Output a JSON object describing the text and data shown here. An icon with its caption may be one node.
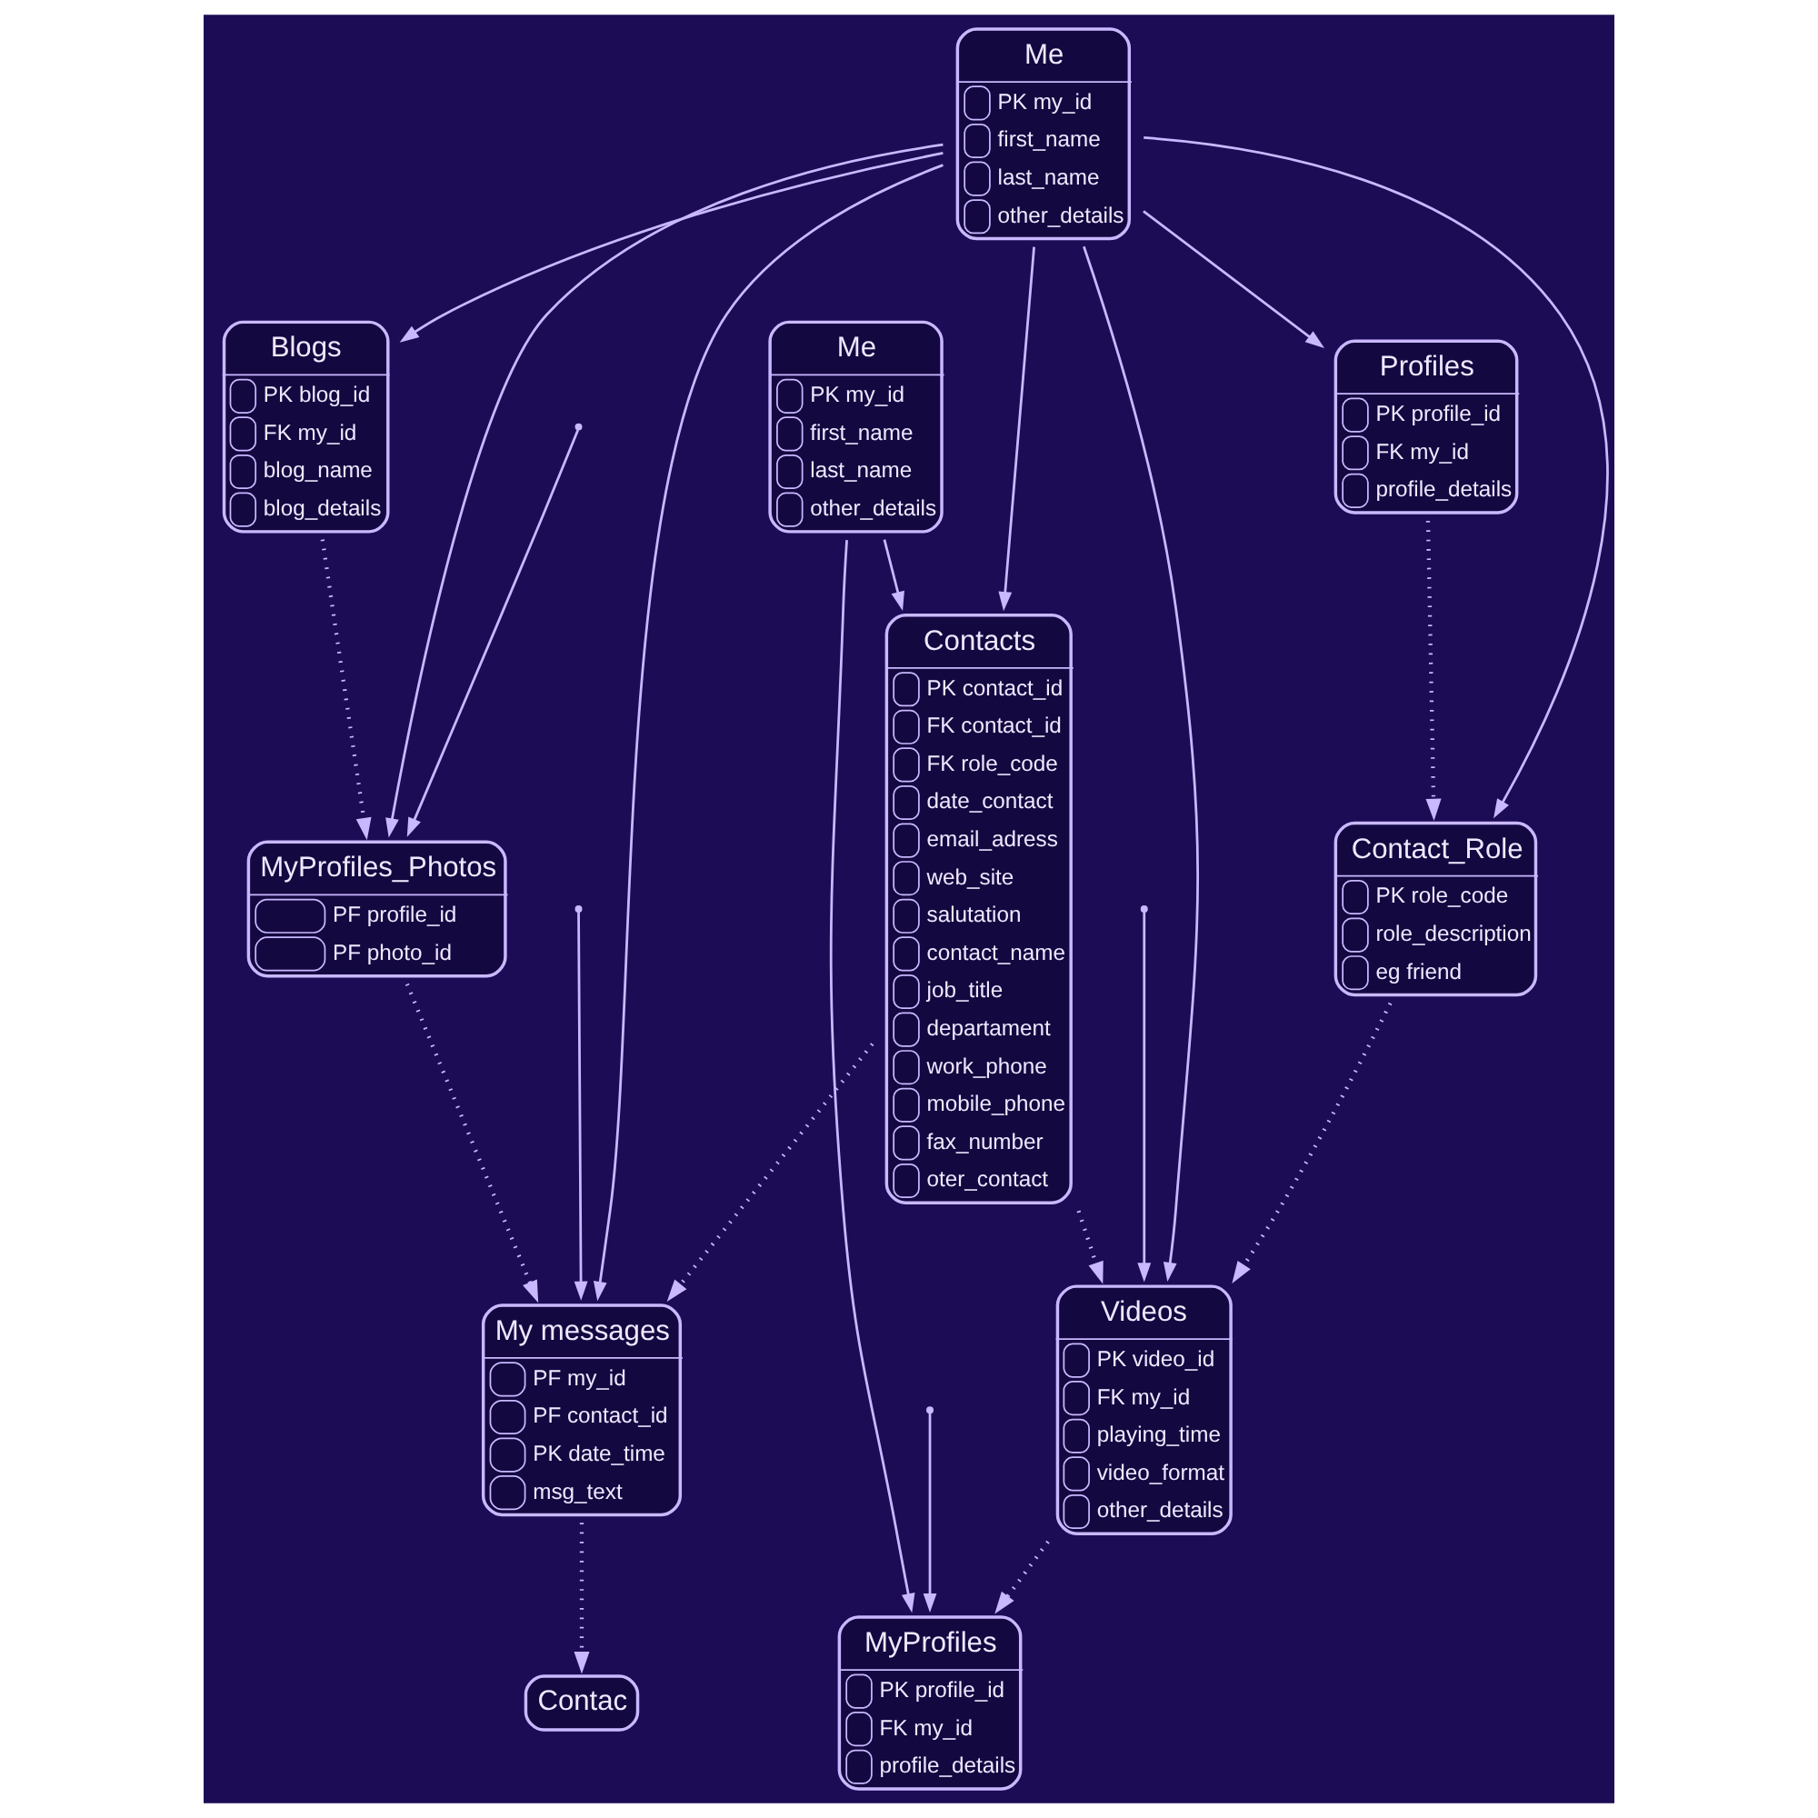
{
  "diagram": {
    "nodes": [
      {
        "text": [
          "Profiles",
          "PK profile_id",
          "FK my_id",
          "profile_details"
        ]
      },
      {
        "text": [
          "Me",
          "PK my_id",
          "first_name",
          "last_name",
          "other_details"
        ]
      },
      {
        "text": [
          "Blogs",
          "PK blog_id",
          "FK my_id",
          "blog_name",
          "blog_details"
        ]
      },
      {
        "text": [
          "Contact_Role",
          "PK role_code",
          "role_description",
          "eg friend"
        ]
      },
      {
        "text": [
          "Contacts",
          "PK contact_id",
          "FK contact_id",
          "FK role_code",
          "date_contact",
          "email_adress",
          "web_site",
          "salutation",
          "contact_name",
          "job_title",
          "departament",
          "work_phone",
          "mobile_phone",
          "fax_number",
          "oter_contact"
        ]
      },
      {
        "text": [
          "MyProfiles_Photos",
          "PF profile_id",
          "PF photo_id"
        ]
      },
      {
        "text": [
          "Videos",
          "PK video_id",
          "FK my_id",
          "playing_time",
          "video_format",
          "other_details"
        ]
      },
      {
        "text": [
          "My messages",
          "PF my_id",
          "PF contact_id",
          "PK date_time",
          "msg_text"
        ]
      },
      {
        "text": [
          "MyProfiles",
          "PK profile_id",
          "FK my_id",
          "profile_details"
        ]
      },
      {
        "text": [
          "Me",
          "PK my_id",
          "first_name",
          "last_name",
          "other_details"
        ]
      },
      {
        "text": [
          "Contac"
        ]
      }
    ],
    "edges": [
      {
        "from": 1,
        "to": 0,
        "arrow": "to"
      },
      {
        "from": 1,
        "to": 2,
        "arrow": "to"
      },
      {
        "from": 1,
        "to": 4,
        "arrow": "to"
      },
      {
        "from": 1,
        "to": 3,
        "arrow": "to"
      },
      {
        "from": 1,
        "to": 6,
        "arrow": "to"
      },
      {
        "from": 1,
        "to": 5,
        "arrow": "to"
      },
      {
        "from": 1,
        "to": 7,
        "arrow": "to"
      },
      {
        "from": 0,
        "to": 3,
        "arrow": "to",
        "style": "dashed"
      },
      {
        "from": 3,
        "to": 6,
        "arrow": "to",
        "style": "dashed"
      },
      {
        "from": 2,
        "to": 5,
        "arrow": "to",
        "style": "dashed"
      },
      {
        "from": 4,
        "to": 6,
        "arrow": "to",
        "style": "dashed"
      },
      {
        "from": 4,
        "to": 7,
        "arrow": "to",
        "style": "dashed"
      },
      {
        "from": 5,
        "to": 7,
        "arrow": "to",
        "style": "dashed"
      },
      {
        "from": 6,
        "to": 8,
        "arrow": "to",
        "style": "dashed"
      },
      {
        "from": 7,
        "to": 10,
        "arrow": "to",
        "style": "dashed"
      },
      {
        "from": 9,
        "to": 4,
        "arrow": "to"
      },
      {
        "from": 9,
        "to": 8,
        "arrow": "to"
      },
      {
        "from": null,
        "to": 6,
        "arrow": "to"
      },
      {
        "from": null,
        "to": 8,
        "arrow": "to"
      },
      {
        "from": null,
        "to": 5,
        "arrow": "to"
      },
      {
        "from": null,
        "to": 7,
        "arrow": "to"
      }
    ]
  }
}
